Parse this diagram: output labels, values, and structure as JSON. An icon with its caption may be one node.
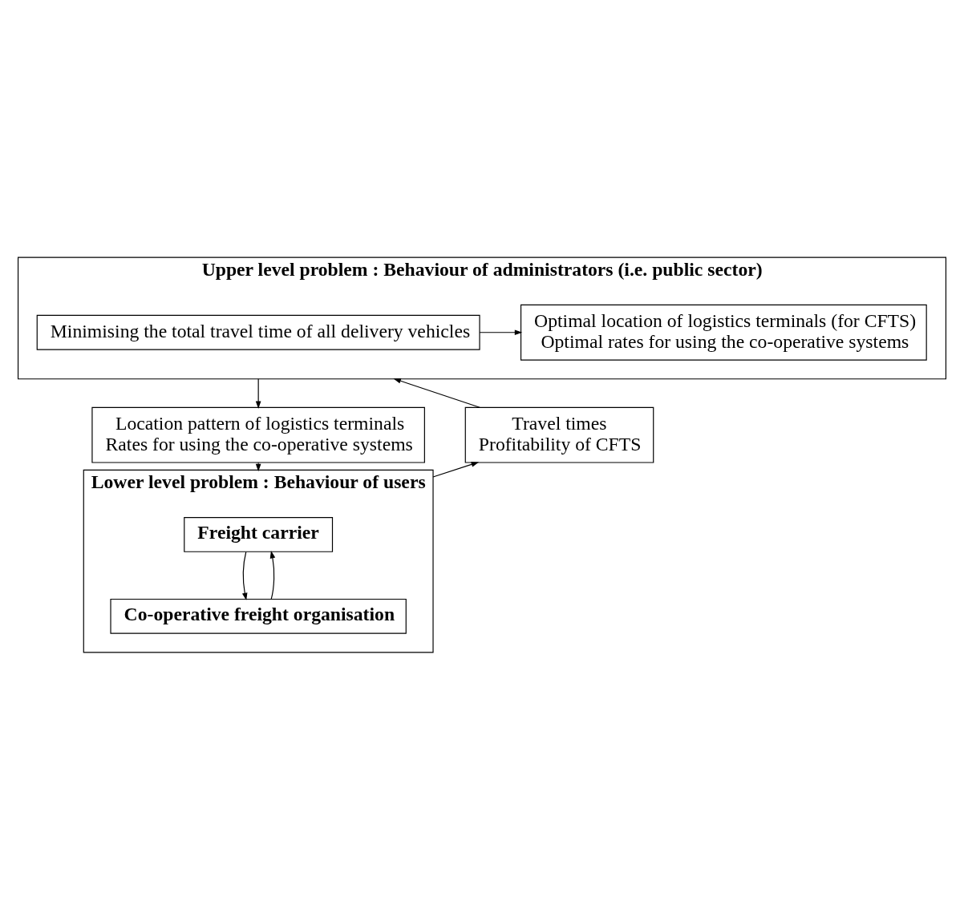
{
  "diagram": {
    "nodes": [
      {
        "text": [
          "Upper level problem : Behaviour of administrators (i.e. public sector)"
        ]
      },
      {
        "text": [
          "Optimal location of logistics terminals (for CFTS)",
          "Optimal rates for using the co-operative systems"
        ],
        "in": 0
      },
      {
        "text": [
          "Minimising the total travel time of all delivery vehicles"
        ],
        "in": 0
      },
      {
        "text": [
          "Location pattern of logistics terminals",
          "Rates for using the co-operative systems"
        ]
      },
      {
        "text": [
          "Travel times",
          "Profitability of CFTS"
        ]
      },
      {
        "text": [
          "Lower level problem : Behaviour of users"
        ]
      },
      {
        "text": [
          "Freight carrier"
        ],
        "in": 5
      },
      {
        "text": [
          "Co-operative freight organisation"
        ],
        "in": 5
      }
    ],
    "edges": [
      {
        "from": 2,
        "to": 1,
        "arrow": "to"
      },
      {
        "from": 0,
        "to": 3,
        "arrow": "to"
      },
      {
        "from": 3,
        "to": 5,
        "arrow": "to"
      },
      {
        "from": 5,
        "to": 4,
        "arrow": "to"
      },
      {
        "from": 4,
        "to": 0,
        "arrow": "to"
      },
      {
        "from": 6,
        "to": 7,
        "arrow": "to"
      },
      {
        "from": 7,
        "to": 6,
        "arrow": "to"
      }
    ]
  }
}
